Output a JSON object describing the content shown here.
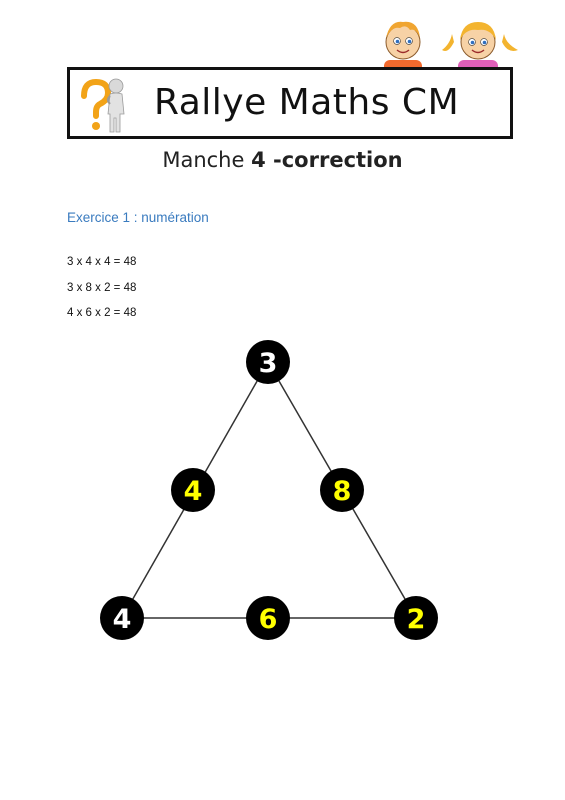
{
  "header": {
    "title": "Rallye Maths CM"
  },
  "subtitle": {
    "prefix": "Manche ",
    "bold": "4 -correction"
  },
  "exercise": {
    "heading": "Exercice 1 : numération",
    "equations": [
      "3 x 4 x 4 = 48",
      "3 x 8 x 2 = 48",
      "4 x 6 x 2 = 48"
    ]
  },
  "triangle": {
    "nodes": {
      "top": "3",
      "left_mid": "4",
      "right_mid": "8",
      "bottom_left": "4",
      "bottom_mid": "6",
      "bottom_right": "2"
    },
    "colors": {
      "node_fill": "#000000",
      "white_label": "#ffffff",
      "yellow_label": "#ffff00",
      "edge": "#333333"
    }
  },
  "icons": {
    "thinker": "question-mark-figure-icon",
    "kids": "two-children-icon"
  }
}
